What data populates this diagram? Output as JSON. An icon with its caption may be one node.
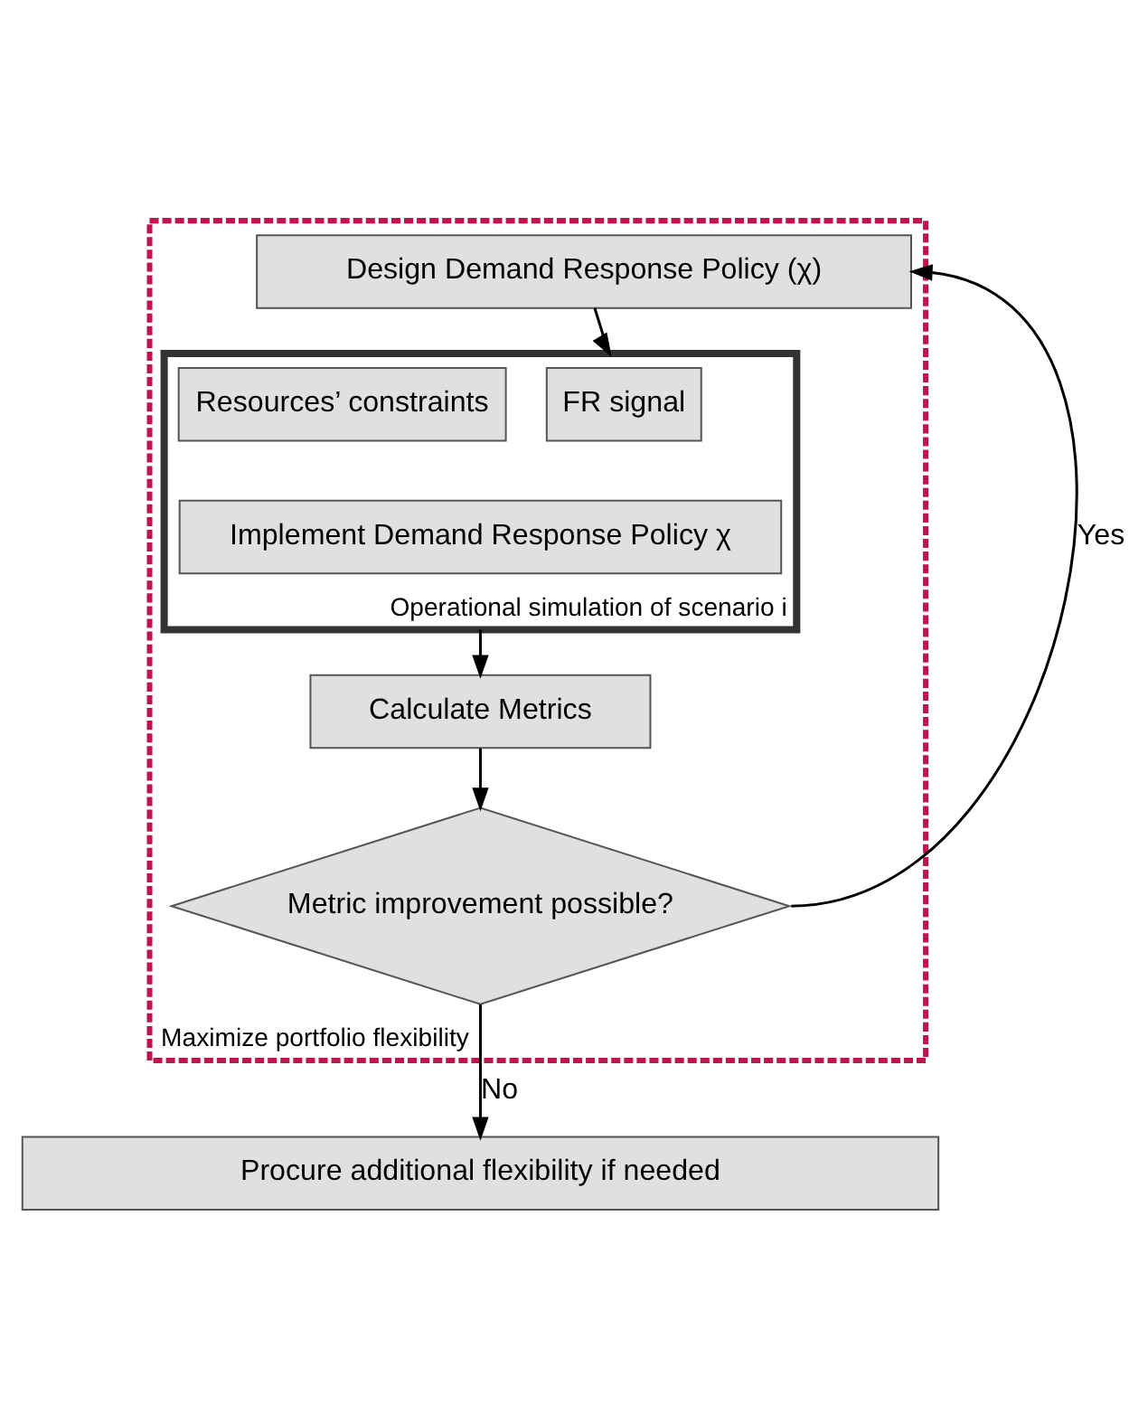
{
  "diagram": {
    "nodes": [
      {
        "text": [
          "Maximize portfolio flexibility"
        ]
      },
      {
        "text": [
          "Design Demand Response Policy (χ)"
        ],
        "in": 0
      },
      {
        "text": [
          "Operational simulation of scenario i"
        ],
        "in": 0
      },
      {
        "text": [
          "FR signal"
        ],
        "in": 2
      },
      {
        "text": [
          "Resources’ constraints"
        ],
        "in": 2
      },
      {
        "text": [
          "Implement Demand Response Policy χ"
        ],
        "in": 2
      },
      {
        "text": [
          "Calculate Metrics"
        ],
        "in": 0
      },
      {
        "text": [
          "Metric improvement possible?"
        ],
        "in": 0
      },
      {
        "text": [
          "Procure additional flexibility if needed"
        ]
      }
    ],
    "edges": [
      {
        "from": 1,
        "to": 2,
        "arrow": "to"
      },
      {
        "from": 2,
        "to": 6,
        "arrow": "to"
      },
      {
        "from": 6,
        "to": 7,
        "arrow": "to"
      },
      {
        "from": 7,
        "to": 1,
        "arrow": "to",
        "label": "Yes"
      },
      {
        "from": 7,
        "to": 8,
        "arrow": "to",
        "label": "No"
      }
    ]
  }
}
